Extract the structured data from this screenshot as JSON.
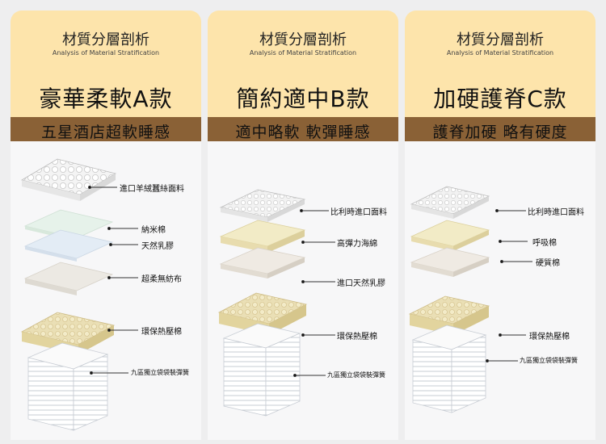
{
  "columns": [
    {
      "title": "材質分層剖析",
      "subtitle": "Analysis of Material Stratification",
      "name": "豪華柔軟A款",
      "tagline": "五星酒店超軟睡感",
      "layers": [
        "進口羊絨蠶絲面料",
        "納米棉",
        "天然乳膠",
        "超柔無紡布",
        "環保熱壓棉",
        "九區獨立袋袋裝彈簧"
      ]
    },
    {
      "title": "材質分層剖析",
      "subtitle": "Analysis of Material Stratification",
      "name": "簡約適中B款",
      "tagline": "適中略軟 軟彈睡感",
      "layers": [
        "比利時進口面料",
        "高彈力海綿",
        "進口天然乳膠",
        "環保熱壓棉",
        "九區獨立袋袋裝彈簧"
      ]
    },
    {
      "title": "材質分層剖析",
      "subtitle": "Analysis of Material Stratification",
      "name": "加硬護脊C款",
      "tagline": "護脊加硬 略有硬度",
      "layers": [
        "比利時進口面料",
        "呼吸棉",
        "硬質棉",
        "環保熱壓棉",
        "九區獨立袋袋裝彈簧"
      ]
    }
  ],
  "colors": {
    "header_bg": "#fde4ab",
    "band_bg": "#8a6136",
    "panel_bg": "#f7f7f8"
  }
}
